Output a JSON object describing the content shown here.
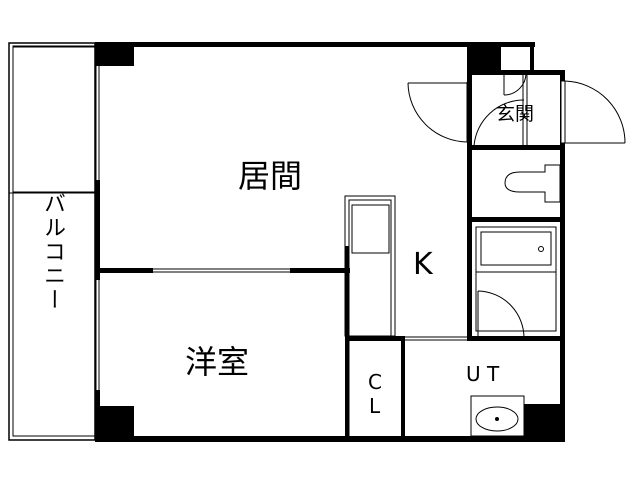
{
  "floor_plan": {
    "rooms": {
      "living": {
        "label": "居間"
      },
      "western_room": {
        "label": "洋室"
      },
      "kitchen": {
        "label": "K"
      },
      "entrance": {
        "label": "玄関"
      },
      "closet": {
        "label_line1": "C",
        "label_line2": "L"
      },
      "utility": {
        "label": "U T"
      },
      "balcony": {
        "label": "バルコニー"
      },
      "toilet": {
        "label": ""
      },
      "bath": {
        "label": ""
      }
    },
    "colors": {
      "wall": "#000000",
      "background": "#ffffff"
    }
  }
}
